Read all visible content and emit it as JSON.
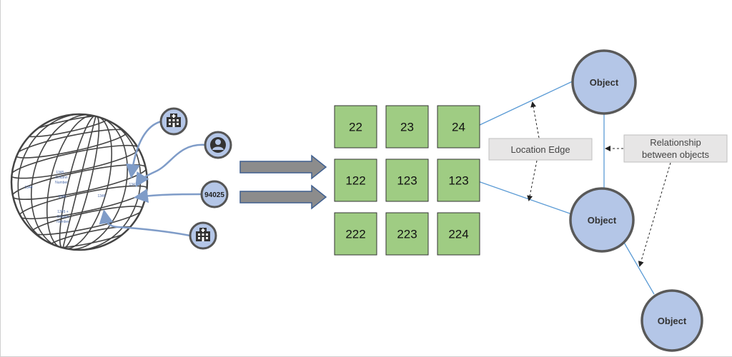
{
  "globe": {
    "labels": {
      "cell_top": [
        "1345 –",
        "Column",
        "Number"
      ],
      "left": "1344",
      "center": "1345",
      "right1": "1346",
      "right2": "1347",
      "cell_bottom": [
        "1345 +",
        "Column",
        "Number"
      ]
    }
  },
  "badges": {
    "hospital_top": "hospital-icon",
    "person": "person-icon",
    "zip": "94025",
    "hospital_bottom": "hospital-icon"
  },
  "grid": {
    "rows": [
      [
        "22",
        "23",
        "24"
      ],
      [
        "122",
        "123",
        "123"
      ],
      [
        "222",
        "223",
        "224"
      ]
    ],
    "fill": "#9fcc83",
    "border": "#333333"
  },
  "labels": {
    "location_edge": "Location Edge",
    "relationship": [
      "Relationship",
      "between objects"
    ]
  },
  "objects": [
    "Object",
    "Object",
    "Object"
  ],
  "colors": {
    "object_fill": "#b4c6e7",
    "object_border": "#595959",
    "edge_line": "#5b9bd5",
    "arrow_fill": "#8c8c8c",
    "badge_fill": "#b4c6e7"
  }
}
